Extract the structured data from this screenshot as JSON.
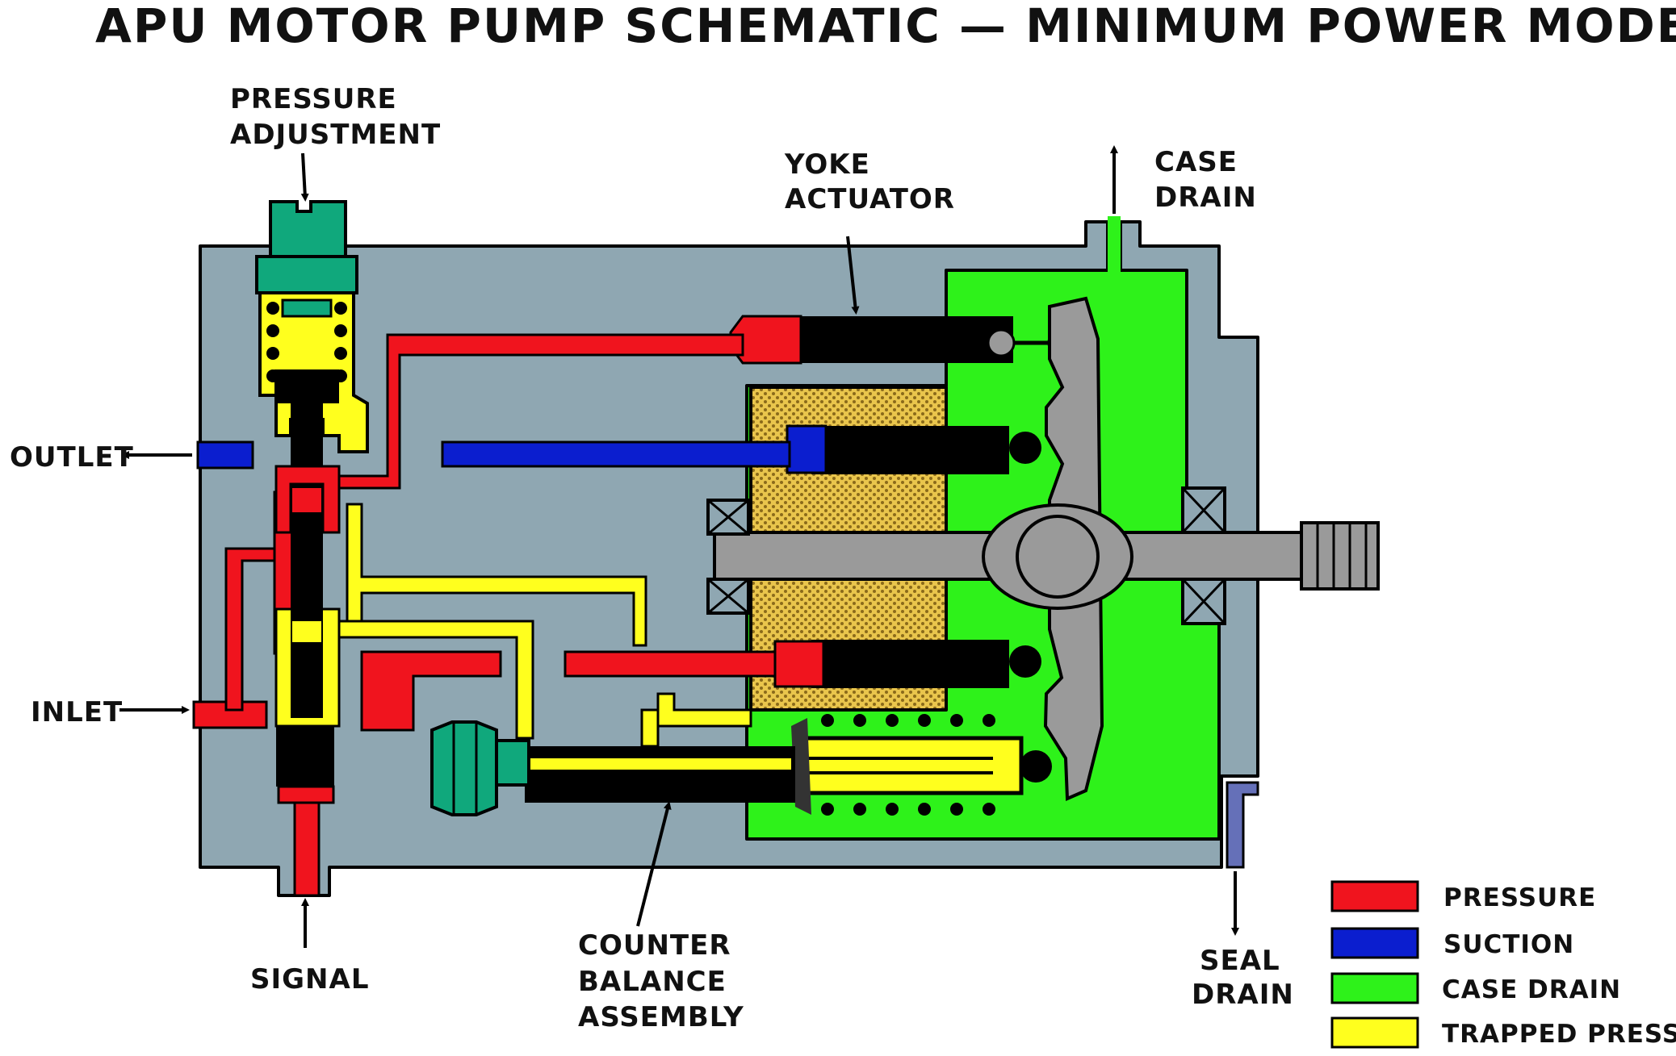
{
  "title": "APU MOTOR PUMP SCHEMATIC — MINIMUM POWER MODE",
  "colors": {
    "housing": "#8FA7B2",
    "pressure": "#F0141E",
    "suction": "#0B1ECF",
    "case_drain": "#2EF21A",
    "trapped_pressure": "#FFFF1E",
    "adjuster": "#10A87C",
    "cylinder_block": "#E8C24A",
    "shaft": "#9A9A9A",
    "black": "#000000"
  },
  "callouts": {
    "pressure_adjustment": [
      "PRESSURE",
      "ADJUSTMENT"
    ],
    "yoke_actuator": [
      "YOKE",
      "ACTUATOR"
    ],
    "case_drain": [
      "CASE",
      "DRAIN"
    ],
    "outlet": "OUTLET",
    "inlet": "INLET",
    "signal": "SIGNAL",
    "counter_balance": [
      "COUNTER",
      "BALANCE",
      "ASSEMBLY"
    ],
    "seal_drain": [
      "SEAL",
      "DRAIN"
    ]
  },
  "legend": [
    {
      "label": "PRESSURE",
      "color": "#F0141E"
    },
    {
      "label": "SUCTION",
      "color": "#0B1ECF"
    },
    {
      "label": "CASE DRAIN",
      "color": "#2EF21A"
    },
    {
      "label": "TRAPPED PRESSURE",
      "color": "#FFFF1E"
    }
  ]
}
